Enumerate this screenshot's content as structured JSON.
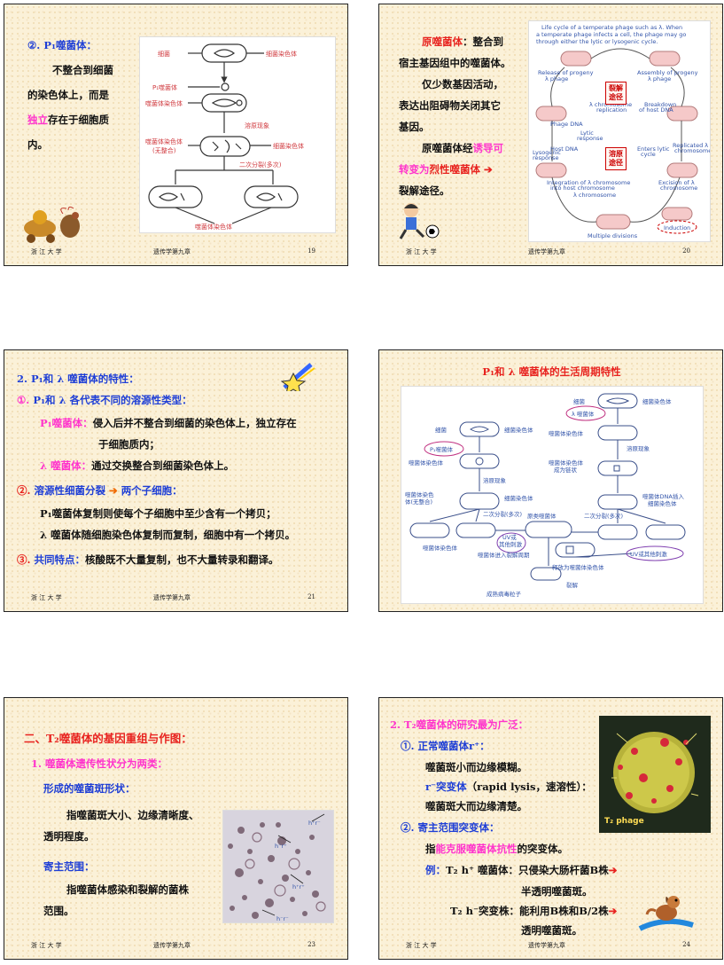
{
  "footer": {
    "school": "浙 江 大 学",
    "chapter": "遗传学第九章"
  },
  "slides": {
    "s19": {
      "page": "19",
      "heading": "②. P₁噬菌体：",
      "l1": "不整合到细菌",
      "l2": "的染色体上，而是",
      "l3a": "独立",
      "l3b": "存在于细胞质",
      "l4": "内。",
      "fig": {
        "bacterium": "细菌",
        "chrom": "细菌染色体",
        "phage": "P₁噬菌体",
        "phage_chrom": "噬菌体染色体",
        "lysogeny": "溶原现象",
        "nonint": "噬菌体染色体",
        "nonint2": "(无整合)",
        "chrom2": "细菌染色体",
        "binary": "二次分裂(多次)",
        "bottom": "噬菌体染色体"
      }
    },
    "s20": {
      "page": "20",
      "l1a": "原噬菌体",
      "l1b": "：整合到",
      "l2": "宿主基因组中的噬菌体。",
      "l3": "仅少数基因活动，",
      "l4": "表达出阻碍物关闭其它",
      "l5": "基因。",
      "l6a": "原噬菌体经",
      "l6b": "诱导可",
      "l7a": "转变为",
      "l7b": "烈性噬菌体",
      "l7c": "➔",
      "l8": "裂解途径。",
      "fig": {
        "title1": "Life cycle of a temperate phage such as λ. When",
        "title2": "a temperate phage infects a cell, the phage may go",
        "title3": "through either the lytic or lysogenic cycle.",
        "release": "Release of progeny",
        "release2": "λ phage",
        "assembly": "Assembly of progeny",
        "assembly2": "λ phage",
        "lytic_badge1": "裂解",
        "lytic_badge2": "途径",
        "replication": "λ chromosome",
        "replication2": "replication",
        "breakdown": "Breakdown",
        "breakdown2": "of host DNA",
        "phage_dna": "Phage DNA",
        "host_dna": "Host DNA",
        "lytic_resp": "Lytic",
        "lytic_resp2": "response",
        "lyso_resp": "Lysogenic",
        "lyso_resp2": "response",
        "lyso_badge1": "溶原",
        "lyso_badge2": "途径",
        "enters": "Enters lytic",
        "enters2": "cycle",
        "replicated": "Replicated λ",
        "replicated2": "chromosome",
        "integration": "Integration of λ chromosome",
        "integration2": "into host chromosome",
        "lchrom": "λ chromosome",
        "excision": "Excision of λ",
        "excision2": "chromosome",
        "induction": "Induction",
        "multiple": "Multiple divisions"
      }
    },
    "s21": {
      "page": "21",
      "l1": "2.  P₁和 λ 噬菌体的特性：",
      "l2a": "①.  ",
      "l2b": "P₁和 λ 各代表不同的溶源性类型：",
      "l3a": "P₁噬菌体：",
      "l3b": "侵入后并不整合到细菌的染色体上，独立存在",
      "l4": "于细胞质内；",
      "l5a": "λ 噬菌体：",
      "l5b": "通过交换整合到细菌染色体上。",
      "l6a": "②.  ",
      "l6b": "溶源性细菌分裂",
      "l6c": "➔",
      "l6d": "两个子细胞：",
      "l7": "P₁噬菌体复制则使每个子细胞中至少含有一个拷贝；",
      "l8": "λ 噬菌体随细胞染色体复制而复制，细胞中有一个拷贝。",
      "l9a": "③.  ",
      "l9b": "共同特点：",
      "l9c": "核酸既不大量复制，也不大量转录和翻译。"
    },
    "s22": {
      "title": "P₁和 λ 噬菌体的生活周期特性",
      "fig": {
        "bacterium": "细菌",
        "chrom": "细菌染色体",
        "p1": "P₁噬菌体",
        "lambda": "λ 噬菌体",
        "phage_chrom": "噬菌体染色体",
        "lysogeny": "溶原现象",
        "chain": "噬菌体染色体",
        "chain2": "成为链状",
        "nonint": "噬菌体染色",
        "nonint2": "体(无整合)",
        "chrom2": "细菌染色体",
        "dna_ins": "噬菌体DNA插入",
        "dna_ins2": "细菌染色体",
        "binary": "二次分裂(多次)",
        "uv1": "UV或",
        "uv2": "其他刺激",
        "prophage": "原类噬菌体",
        "phage_chrom2": "噬菌体染色体",
        "enter": "噬菌体进入裂解周期",
        "uv3": "UV或其他刺激",
        "release": "释放为噬菌体染色体",
        "lysis": "裂解",
        "mature": "成熟病毒粒子"
      }
    },
    "s23": {
      "page": "23",
      "title": "二、T₂噬菌体的基因重组与作图：",
      "sub": "1. 噬菌体遗传性状分为两类：",
      "h1": "形成的噬菌斑形状：",
      "p1a": "指噬菌斑大小、边缘清晰度、",
      "p1b": "透明程度。",
      "h2": "寄主范围：",
      "p2a": "指噬菌体感染和裂解的菌株",
      "p2b": "范围。",
      "photo": {
        "a": "h⁺r⁻",
        "b": "h⁻r⁺",
        "c": "h⁺r⁺",
        "d": "h⁻r⁻"
      }
    },
    "s24": {
      "page": "24",
      "l1": "2.  T₂噬菌体的研究最为广泛：",
      "l2a": "①. ",
      "l2b": "正常噬菌体r⁺：",
      "l3": "噬菌斑小而边缘模糊。",
      "l4a": "r⁻突变体",
      "l4b": "（rapid lysis，速溶性）：",
      "l5": "噬菌斑大而边缘清楚。",
      "l6a": "②. ",
      "l6b": "寄主范围突变体：",
      "l7a": "指",
      "l7b": "能克服噬菌体抗性",
      "l7c": "的突变体。",
      "l8a": "例：",
      "l8b": "T₂ h⁺ 噬菌体：只侵染大肠杆菌B株",
      "l8c": "➔",
      "l9": "半透明噬菌斑。",
      "l10a": "T₂ h⁻突变株：能利用B株和B/2株",
      "l10b": "➔",
      "l11": "透明噬菌斑。",
      "photo_label": "T₂ phage"
    }
  }
}
